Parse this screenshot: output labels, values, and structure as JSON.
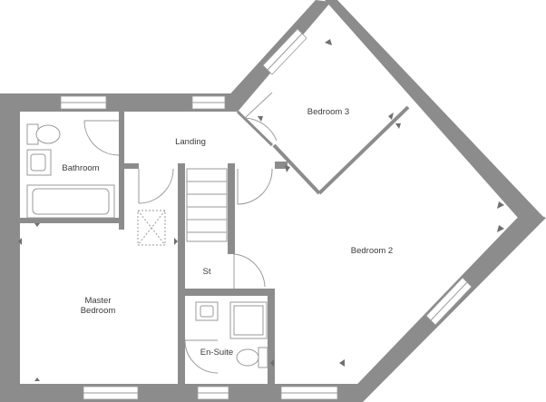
{
  "floorplan": {
    "rooms": {
      "bedroom3": "Bedroom 3",
      "landing": "Landing",
      "bathroom": "Bathroom",
      "bedroom2": "Bedroom 2",
      "st": "St",
      "master_line1": "Master",
      "master_line2": "Bedroom",
      "ensuite": "En-Suite"
    }
  },
  "colors": {
    "wall": "#8c8c8c",
    "fixture_line": "#9a9a9a",
    "background": "#ffffff",
    "text": "#3a3a3a"
  }
}
